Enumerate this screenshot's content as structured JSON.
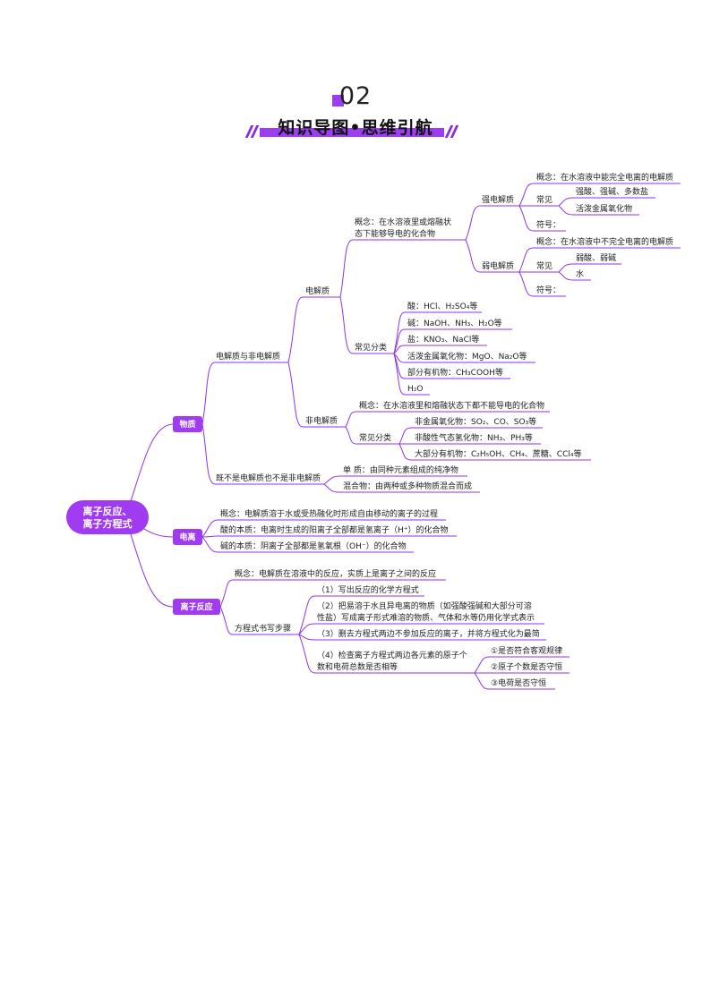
{
  "header": {
    "number": "02",
    "title": "知识导图•思维引航"
  },
  "root": {
    "line1": "离子反应、",
    "line2": "离子方程式"
  },
  "branches": {
    "wuzhi": "物质",
    "dianli": "电离",
    "lizifanying": "离子反应"
  },
  "wuzhi": {
    "dianjiezhi_yu_feidianjiezhi": "电解质与非电解质",
    "dianjiezhi": "电解质",
    "gainian_line1": "概念：在水溶液里或熔融状",
    "gainian_line2": "态下能够导电的化合物",
    "qiang": "强电解质",
    "qiang_gainian": "概念：在水溶液中能完全电离的电解质",
    "qiang_changjian": "常见",
    "qiang_item1": "强酸、强碱、多数盐",
    "qiang_item2": "活泼金属氧化物",
    "qiang_fuhao": "符号：",
    "ruo": "弱电解质",
    "ruo_gainian": "概念：在水溶液中不完全电离的电解质",
    "ruo_changjian": "常见",
    "ruo_item1": "弱酸、弱碱",
    "ruo_item2": "水",
    "ruo_fuhao": "符号：",
    "changjian_fenlei": "常见分类",
    "fl_suan": "酸：HCl、H₂SO₄等",
    "fl_jian": "碱：NaOH、NH₃、H₂O等",
    "fl_yan": "盐：KNO₃、NaCl等",
    "fl_huopo": "活泼金属氧化物：MgO、Na₂O等",
    "fl_youji": "部分有机物：CH₃COOH等",
    "fl_h2o": "H₂O",
    "feidianjiezhi": "非电解质",
    "fei_gainian": "概念：在水溶液里和熔融状态下都不能导电的化合物",
    "fei_changjian_fenlei": "常见分类",
    "fei_item1": "非金属氧化物：SO₂、CO、SO₃等",
    "fei_item2": "非酸性气态氢化物：NH₃、PH₃等",
    "fei_item3": "大部分有机物：C₂H₅OH、CH₄、蔗糖、CCl₄等",
    "jibushi": "既不是电解质也不是非电解质",
    "danzhi": "单  质：由同种元素组成的纯净物",
    "hunhewu": "混合物：由两种或多种物质混合而成"
  },
  "dianli": {
    "gainian": "概念：电解质溶于水或受热融化时形成自由移动的离子的过程",
    "suan": "酸的本质：电离时生成的阳离子全部都是氢离子（H⁺）的化合物",
    "jian": "碱的本质：阴离子全部都是氢氧根（OH⁻）的化合物"
  },
  "lizifanying": {
    "gainian": "概念：电解质在溶液中的反应，实质上是离子之间的反应",
    "buzhou": "方程式书写步骤",
    "step1": "（1）写出反应的化学方程式",
    "step2_line1": "（2）把易溶于水且异电离的物质（如强酸强碱和大部分可溶",
    "step2_line2": "性盐）写成离子形式难溶的物质、气体和水等仍用化学式表示",
    "step3": "（3）删去方程式两边不参加反应的离子，并将方程式化为最简",
    "step4_line1": "（4）检查离子方程式两边各元素的原子个",
    "step4_line2": "数和电荷总数是否相等",
    "check1": "①是否符合客观规律",
    "check2": "②原子个数是否守恒",
    "check3": "③电荷是否守恒"
  }
}
